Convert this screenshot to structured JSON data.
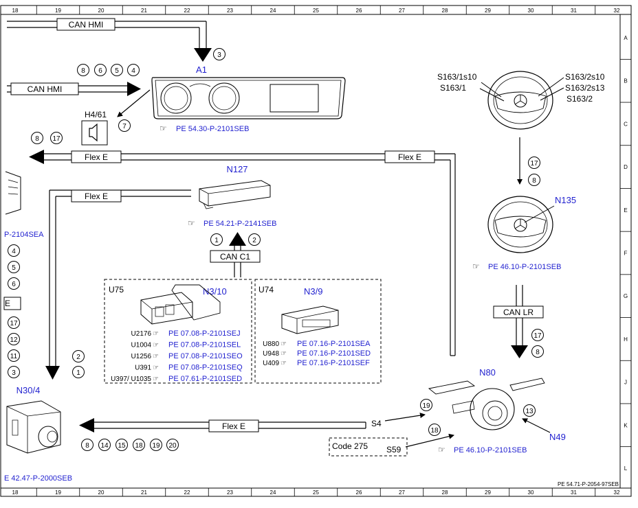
{
  "top_ticks": [
    "18",
    "19",
    "20",
    "21",
    "22",
    "23",
    "24",
    "25",
    "26",
    "27",
    "28",
    "29",
    "30",
    "31",
    "32"
  ],
  "bottom_ticks": [
    "18",
    "19",
    "20",
    "21",
    "22",
    "23",
    "24",
    "25",
    "26",
    "27",
    "28",
    "29",
    "30",
    "31",
    "32"
  ],
  "right_letters": [
    "A",
    "B",
    "C",
    "D",
    "E",
    "F",
    "G",
    "H",
    "J",
    "K",
    "L"
  ],
  "buses": {
    "can_hmi_top": "CAN HMI",
    "can_hmi_mid": "CAN HMI",
    "flex_e_top": "Flex E",
    "flex_e_right": "Flex E",
    "flex_e_left": "Flex E",
    "flex_e_bottom": "Flex E",
    "can_c1": "CAN C1",
    "can_lr": "CAN LR"
  },
  "components": {
    "a1": "A1",
    "h461": "H4/61",
    "n127": "N127",
    "u75": "U75",
    "n310": "N3/10",
    "u74": "U74",
    "n39": "N3/9",
    "n304": "N30/4",
    "n135": "N135",
    "n80": "N80",
    "n49": "N49",
    "s4": "S4",
    "s59": "S59",
    "code275": "Code 275",
    "s163_1s10": "S163/1s10",
    "s163_1": "S163/1",
    "s163_2s10": "S163/2s10",
    "s163_2s13": "S163/2s13",
    "s163_2": "S163/2"
  },
  "refs": {
    "a1": "PE 54.30-P-2101SEB",
    "n127": "PE 54.21-P-2141SEB",
    "n135": "PE 46.10-P-2101SEB",
    "n80": "PE 46.10-P-2101SEB",
    "n304": "E 42.47-P-2000SEB",
    "left_cut": "P-2104SEA"
  },
  "u75_rows": [
    {
      "code": "U2176",
      "ref": "PE 07.08-P-2101SEJ"
    },
    {
      "code": "U1004",
      "ref": "PE 07.08-P-2101SEL"
    },
    {
      "code": "U1256",
      "ref": "PE 07.08-P-2101SEO"
    },
    {
      "code": "U391",
      "ref": "PE 07.08-P-2101SEQ"
    },
    {
      "code": "U397/ U1035",
      "ref": "PE 07.61-P-2101SED"
    }
  ],
  "u74_rows": [
    {
      "code": "U880",
      "ref": "PE 07.16-P-2101SEA"
    },
    {
      "code": "U948",
      "ref": "PE 07.16-P-2101SED"
    },
    {
      "code": "U409",
      "ref": "PE 07.16-P-2101SEF"
    }
  ],
  "circles": {
    "a1_in": "3",
    "hmi_8": "8",
    "hmi_6": "6",
    "hmi_5": "5",
    "hmi_4": "4",
    "h4_7": "7",
    "flex_top_8": "8",
    "flex_top_17": "17",
    "c1_1": "1",
    "c1_2": "2",
    "sw_17": "17",
    "sw_8": "8",
    "lr_17": "17",
    "lr_8": "8",
    "left_4": "4",
    "left_5": "5",
    "left_6": "6",
    "left_17": "17",
    "left_12": "12",
    "left_11": "11",
    "left_3": "3",
    "v_2": "2",
    "v_1": "1",
    "b_8": "8",
    "b_14": "14",
    "b_15": "15",
    "b_18": "18",
    "b_19": "19",
    "b_20": "20",
    "s4_19": "19",
    "s59_18": "18",
    "n49_13": "13"
  },
  "footer": "PE 54.71-P-2054-97SEB"
}
